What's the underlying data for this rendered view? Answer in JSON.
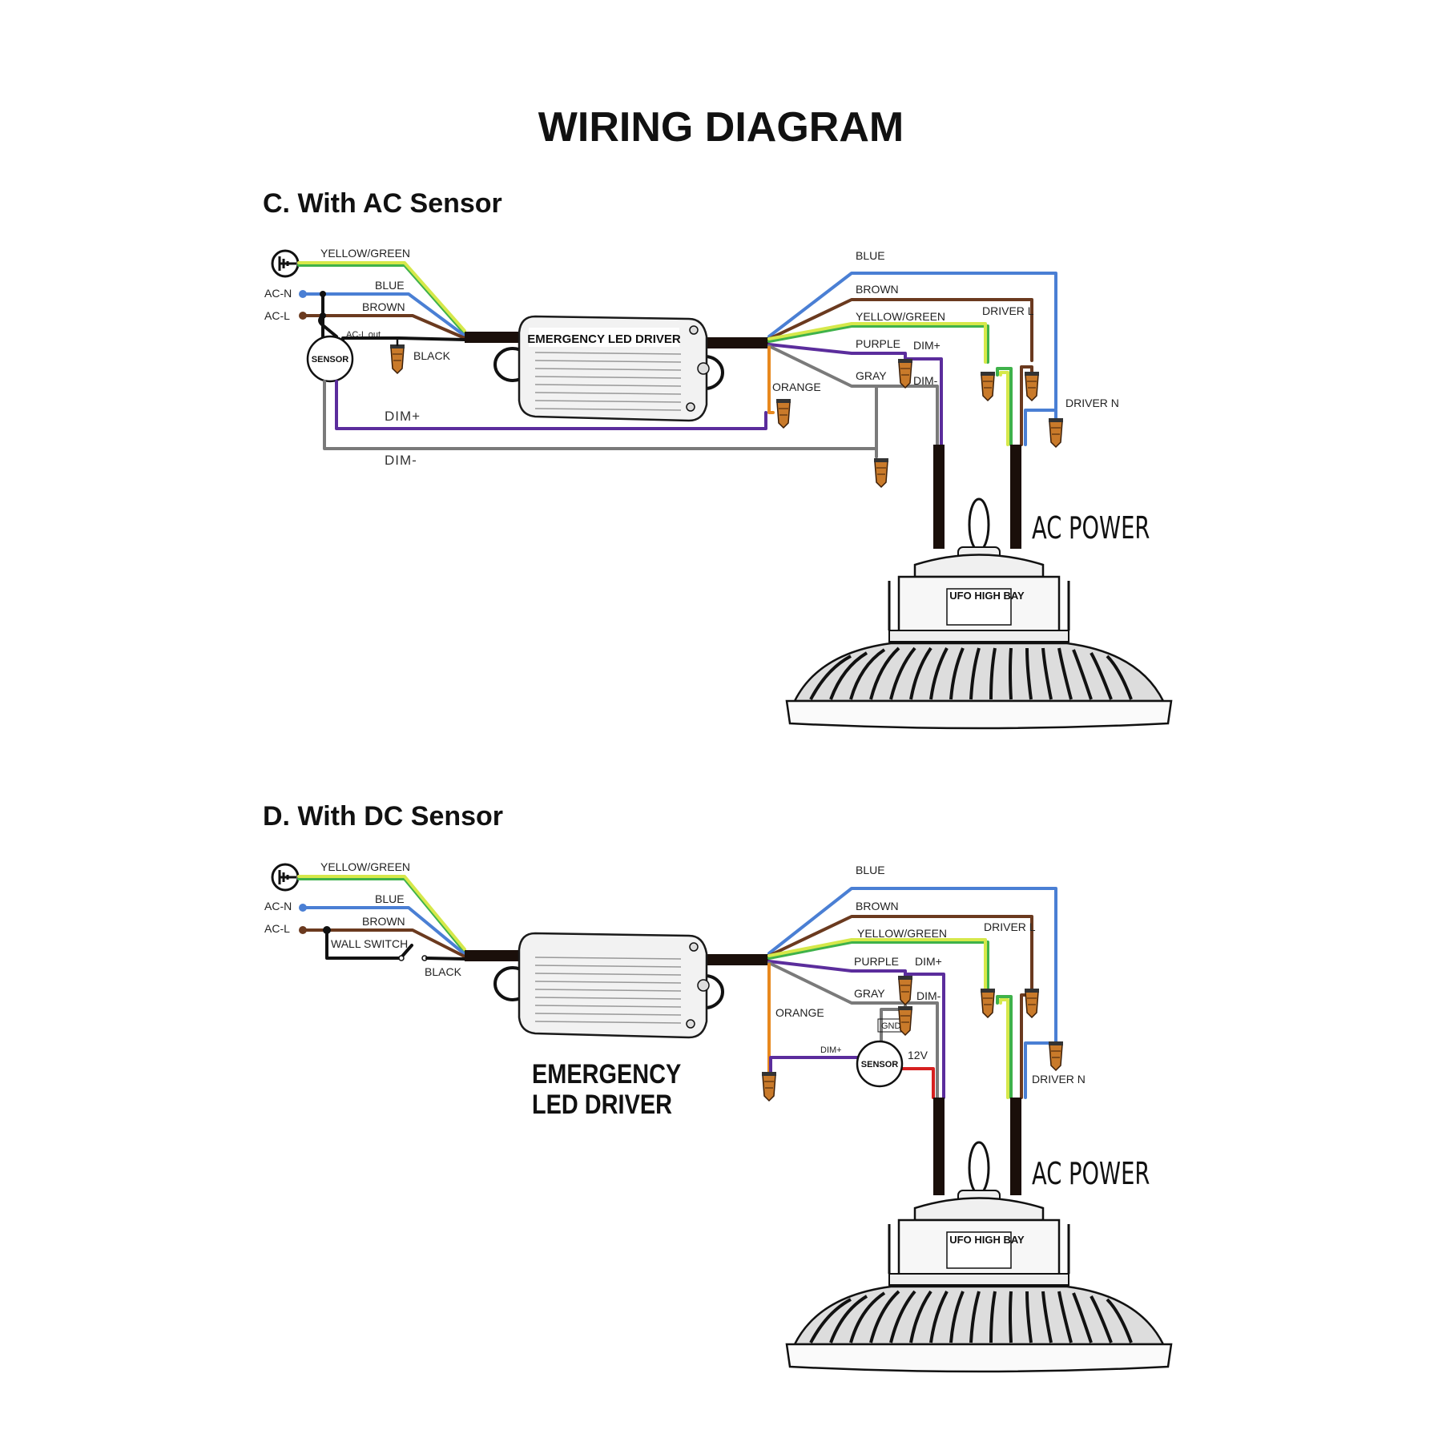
{
  "title": "WIRING DIAGRAM",
  "colors": {
    "blue": "#4a7fd4",
    "brown": "#6b3a1f",
    "yellow": "#d6e84a",
    "green": "#3fb24a",
    "purple": "#5b2d9c",
    "gray": "#7a7a7a",
    "orange": "#e8891e",
    "red": "#d62020",
    "black": "#111111",
    "connector": "#c97a2a"
  },
  "section_c": {
    "heading": "C. With AC Sensor",
    "left_labels": {
      "yellow_green": "YELLOW/GREEN",
      "ac_n": "AC-N",
      "blue": "BLUE",
      "ac_l": "AC-L",
      "brown": "BROWN",
      "ac_l_out": "AC-L out",
      "black": "BLACK",
      "sensor": "SENSOR",
      "dim_plus": "DIM+",
      "dim_minus": "DIM-"
    },
    "driver_label": "EMERGENCY LED  DRIVER",
    "right_labels": {
      "blue": "BLUE",
      "brown": "BROWN",
      "yellow_green": "YELLOW/GREEN",
      "purple": "PURPLE",
      "dim_plus": "DIM+",
      "gray": "GRAY",
      "dim_minus": "DIM-",
      "orange": "ORANGE",
      "driver_l": "DRIVER L",
      "driver_n": "DRIVER N",
      "ac_power": "AC POWER",
      "ufo": "UFO HIGH BAY"
    }
  },
  "section_d": {
    "heading": "D. With DC Sensor",
    "left_labels": {
      "yellow_green": "YELLOW/GREEN",
      "ac_n": "AC-N",
      "blue": "BLUE",
      "ac_l": "AC-L",
      "brown": "BROWN",
      "wall_switch": "WALL SWITCH",
      "black": "BLACK"
    },
    "driver_label_line1": "EMERGENCY",
    "driver_label_line2": "LED  DRIVER",
    "right_labels": {
      "blue": "BLUE",
      "brown": "BROWN",
      "yellow_green": "YELLOW/GREEN",
      "purple": "PURPLE",
      "dim_plus": "DIM+",
      "gray": "GRAY",
      "dim_minus": "DIM-",
      "gnd": "GND",
      "orange": "ORANGE",
      "sensor_dim_plus": "DIM+",
      "sensor": "SENSOR",
      "v12": "12V",
      "driver_l": "DRIVER L",
      "driver_n": "DRIVER N",
      "ac_power": "AC POWER",
      "ufo": "UFO HIGH BAY"
    }
  }
}
